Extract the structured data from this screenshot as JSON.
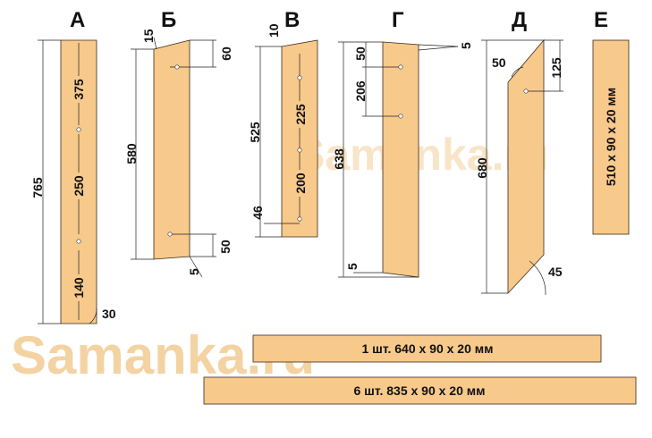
{
  "watermarks": [
    "Samanka.ru",
    "Samanka.ru"
  ],
  "parts": [
    {
      "letter": "А",
      "dims": [
        "765",
        "375",
        "250",
        "140",
        "30"
      ]
    },
    {
      "letter": "Б",
      "dims": [
        "580",
        "15",
        "60",
        "50",
        "5"
      ]
    },
    {
      "letter": "В",
      "dims": [
        "525",
        "10",
        "225",
        "200",
        "46"
      ]
    },
    {
      "letter": "Г",
      "dims": [
        "638",
        "50",
        "206",
        "5",
        "5"
      ]
    },
    {
      "letter": "Д",
      "dims": [
        "680",
        "50",
        "125",
        "45"
      ]
    },
    {
      "letter": "Е",
      "label": "510 x 90 x 20 мм"
    }
  ],
  "planks": [
    "1 шт. 640 x 90 x 20 мм",
    "6 шт. 835 x 90 x 20 мм"
  ],
  "colors": {
    "wood": "#f7c98b",
    "watermark": "#f3cf9a",
    "outline": "#3a2a1a"
  }
}
